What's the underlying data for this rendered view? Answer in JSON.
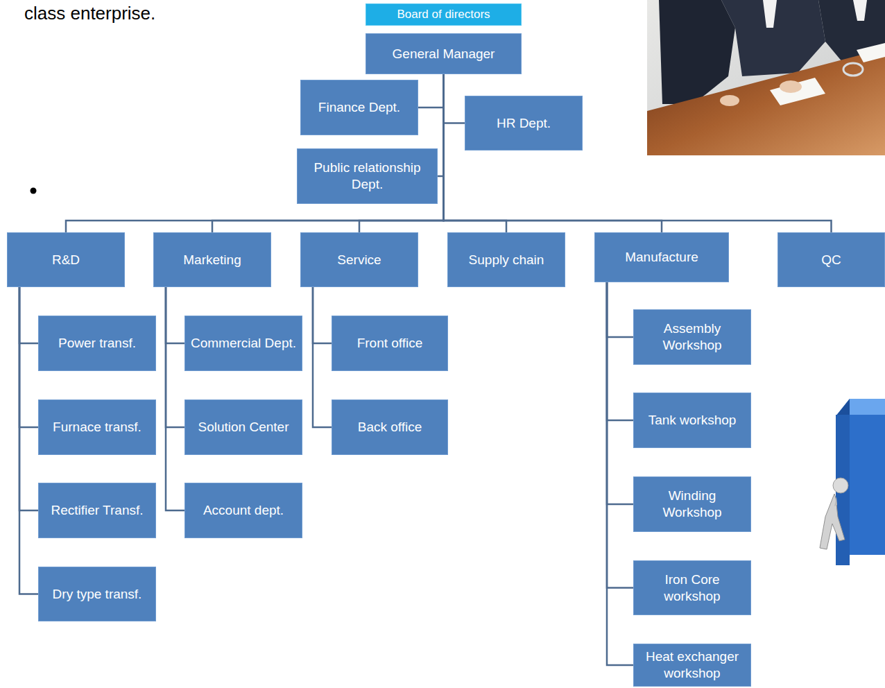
{
  "diagram": {
    "nodes": [
      {
        "text": [
          "Board of directors"
        ]
      },
      {
        "text": [
          "General Manager"
        ]
      },
      {
        "text": [
          "Finance Dept."
        ]
      },
      {
        "text": [
          "HR Dept."
        ]
      },
      {
        "text": [
          "Public relationship Dept."
        ]
      },
      {
        "text": [
          "R&D"
        ]
      },
      {
        "text": [
          "Marketing"
        ]
      },
      {
        "text": [
          "Service"
        ]
      },
      {
        "text": [
          "Supply chain"
        ]
      },
      {
        "text": [
          "Manufacture"
        ]
      },
      {
        "text": [
          "QC"
        ]
      },
      {
        "text": [
          "Power transf."
        ]
      },
      {
        "text": [
          "Furnace transf."
        ]
      },
      {
        "text": [
          "Rectifier Transf."
        ]
      },
      {
        "text": [
          "Dry type transf."
        ]
      },
      {
        "text": [
          "Commercial Dept."
        ]
      },
      {
        "text": [
          "Solution Center"
        ]
      },
      {
        "text": [
          "Account dept."
        ]
      },
      {
        "text": [
          "Front office"
        ]
      },
      {
        "text": [
          "Back office"
        ]
      },
      {
        "text": [
          "Assembly Workshop"
        ]
      },
      {
        "text": [
          "Tank workshop"
        ]
      },
      {
        "text": [
          "Winding Workshop"
        ]
      },
      {
        "text": [
          "Iron Core workshop"
        ]
      },
      {
        "text": [
          "Heat exchanger workshop"
        ]
      }
    ],
    "edges": [
      {
        "from": 1,
        "to": 2,
        "arrow": "none"
      },
      {
        "from": 1,
        "to": 3,
        "arrow": "none"
      },
      {
        "from": 1,
        "to": 4,
        "arrow": "none"
      },
      {
        "from": 1,
        "to": 5,
        "arrow": "none"
      },
      {
        "from": 1,
        "to": 6,
        "arrow": "none"
      },
      {
        "from": 1,
        "to": 7,
        "arrow": "none"
      },
      {
        "from": 1,
        "to": 8,
        "arrow": "none"
      },
      {
        "from": 1,
        "to": 9,
        "arrow": "none"
      },
      {
        "from": 1,
        "to": 10,
        "arrow": "none"
      },
      {
        "from": 5,
        "to": 11,
        "arrow": "none"
      },
      {
        "from": 5,
        "to": 12,
        "arrow": "none"
      },
      {
        "from": 5,
        "to": 13,
        "arrow": "none"
      },
      {
        "from": 5,
        "to": 14,
        "arrow": "none"
      },
      {
        "from": 6,
        "to": 15,
        "arrow": "none"
      },
      {
        "from": 6,
        "to": 16,
        "arrow": "none"
      },
      {
        "from": 6,
        "to": 17,
        "arrow": "none"
      },
      {
        "from": 7,
        "to": 18,
        "arrow": "none"
      },
      {
        "from": 7,
        "to": 19,
        "arrow": "none"
      },
      {
        "from": 9,
        "to": 20,
        "arrow": "none"
      },
      {
        "from": 9,
        "to": 21,
        "arrow": "none"
      },
      {
        "from": 9,
        "to": 22,
        "arrow": "none"
      },
      {
        "from": 9,
        "to": 23,
        "arrow": "none"
      },
      {
        "from": 9,
        "to": 24,
        "arrow": "none"
      }
    ],
    "labels": [
      "class enterprise."
    ]
  }
}
